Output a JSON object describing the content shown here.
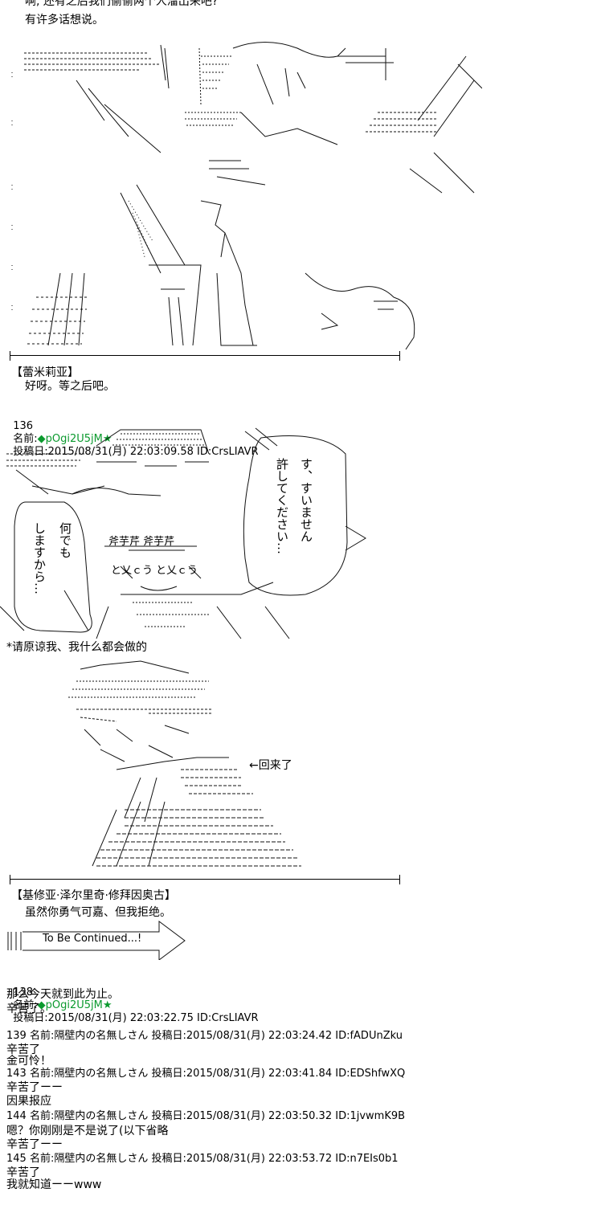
{
  "top_lines": [
    "啊, 还有之后我们偷偷两个人溜出来吧?",
    "有许多话想说。"
  ],
  "speaker1": "【蕾米莉亚】",
  "speaker1_line": "好呀。等之后吧。",
  "post136": {
    "num": "136",
    "label": "名前:",
    "trip": "◆pOgi2U5jM",
    "star": "★",
    "rest": "投稿日:2015/08/31(月) 22:03:09.58 ID:CrsLIAVR"
  },
  "aa2": {
    "bubble_right_col1": "す、すいません",
    "bubble_right_col2": "許してください…",
    "bubble_left_col1": "何でも",
    "bubble_left_col2": "しますから…",
    "mid_text": "斧芋芹 斧芋芹",
    "mid_text2": "と乂ｃう と乂ｃう"
  },
  "note1": "*请原谅我、我什么都会做的",
  "aa3_label": "←回来了",
  "speaker2": "【基修亚·泽尔里奇·修拜因奥古】",
  "speaker2_line": "虽然你勇气可嘉、但我拒绝。",
  "tbc": "To Be Continued...!",
  "post138": {
    "num": "138",
    "label": "名前:",
    "trip": "◆pOgi2U5jM",
    "star": "★",
    "rest": "投稿日:2015/08/31(月) 22:03:22.75 ID:CrsLIAVR",
    "lines": [
      "那么今天就到此为止。",
      "辛苦了。"
    ]
  },
  "posts": [
    {
      "header": "139 名前:隔壁内の名無しさん 投稿日:2015/08/31(月) 22:03:24.42 ID:fADUnZku",
      "lines": [
        "辛苦了",
        "金可怜！"
      ]
    },
    {
      "header": "143 名前:隔壁内の名無しさん 投稿日:2015/08/31(月) 22:03:41.84 ID:EDShfwXQ",
      "lines": [
        "辛苦了ーー",
        "因果报应"
      ]
    },
    {
      "header": "144 名前:隔壁内の名無しさん 投稿日:2015/08/31(月) 22:03:50.32 ID:1jvwmK9B",
      "lines": [
        "嗯？你刚刚是不是说了(以下省略",
        "辛苦了ーー"
      ]
    },
    {
      "header": "145 名前:隔壁内の名無しさん 投稿日:2015/08/31(月) 22:03:53.72 ID:n7EIs0b1",
      "lines": [
        "辛苦了",
        "我就知道ーーwww"
      ]
    }
  ]
}
